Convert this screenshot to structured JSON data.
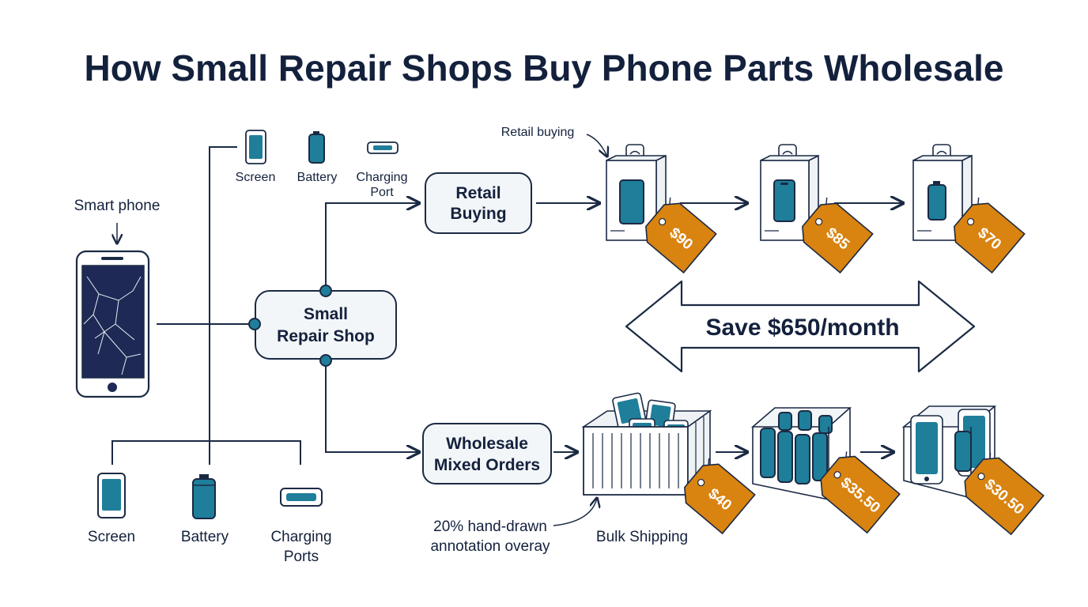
{
  "title": "How Small Repair Shops Buy Phone Parts Wholesale",
  "smartphone_label": "Smart phone",
  "top_parts": {
    "screen": "Screen",
    "battery": "Battery",
    "charging_port_line1": "Charging",
    "charging_port_line2": "Port"
  },
  "bottom_parts": {
    "screen": "Screen",
    "battery": "Battery",
    "charging_ports_line1": "Charging",
    "charging_ports_line2": "Ports"
  },
  "center_node": {
    "line1": "Small",
    "line2": "Repair Shop"
  },
  "retail_node": {
    "line1": "Retail",
    "line2": "Buying"
  },
  "wholesale_node": {
    "line1": "Wholesale",
    "line2": "Mixed Orders"
  },
  "retail_annotation": "Retail buying",
  "savings": "Save $650/month",
  "retail_prices": [
    "$90",
    "$85",
    "$70"
  ],
  "wholesale_prices": [
    "$40",
    "$35.50",
    "$30.50"
  ],
  "bulk_shipping_label": "Bulk Shipping",
  "overlay_annotation": {
    "line1": "20% hand-drawn",
    "line2": "annotation overay"
  },
  "colors": {
    "navy": "#14213d",
    "teal": "#1f7e9a",
    "orange": "#d98310",
    "node_fill": "#f3f6f8"
  }
}
